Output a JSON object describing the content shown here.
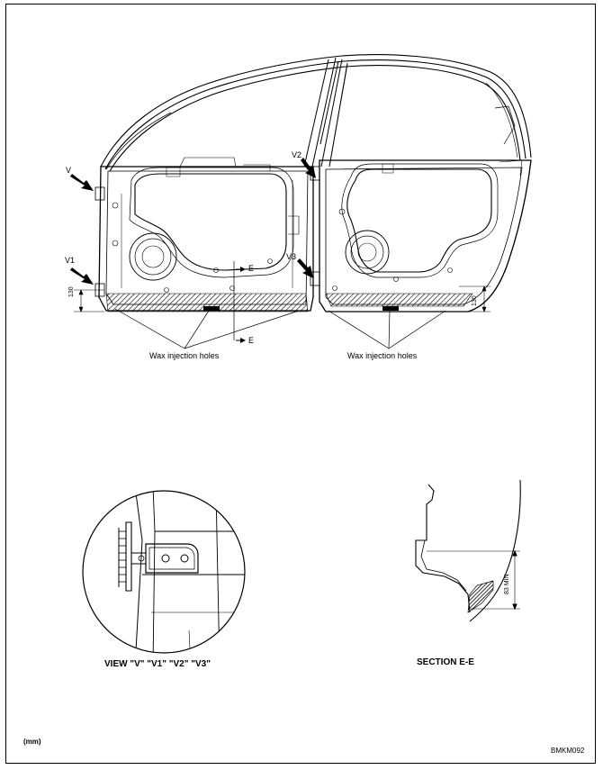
{
  "labels": {
    "v": "V",
    "v1": "V1",
    "v2": "V2",
    "v3": "V3",
    "e_top": "E",
    "e_bottom": "E",
    "wax_front": "Wax injection holes",
    "wax_rear": "Wax injection holes",
    "view_caption": "VIEW \"V\" \"V1\" \"V2\" \"V3\"",
    "section_caption": "SECTION E-E",
    "units": "(mm)",
    "figure_code": "BMKM092",
    "dim_front": "130",
    "dim_rear": "130",
    "dim_section": "83 MIN"
  }
}
